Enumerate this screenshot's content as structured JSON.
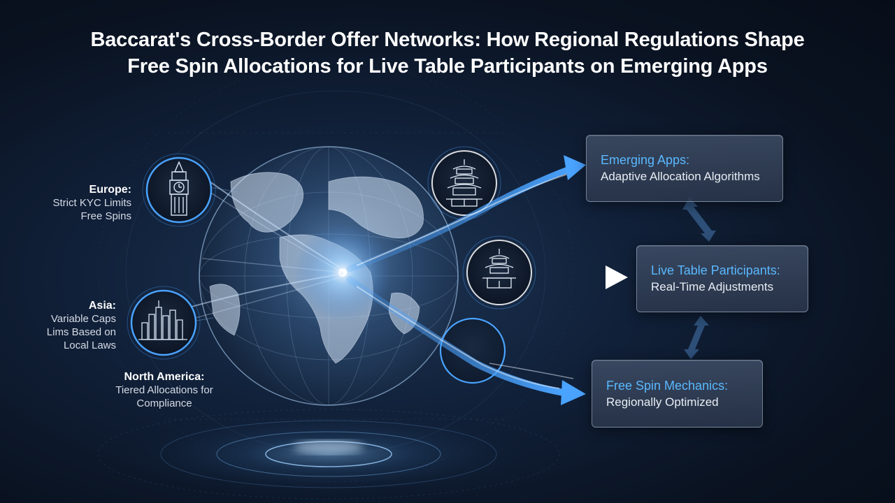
{
  "title": {
    "line1": "Baccarat's Cross-Border Offer Networks: How Regional Regulations Shape",
    "line2": "Free Spin Allocations for Live Table Participants on Emerging Apps"
  },
  "regions": [
    {
      "id": "europe",
      "name": "Europe:",
      "description": "Strict KYC Limits\nFree Spins",
      "icon": "big-ben-icon"
    },
    {
      "id": "asia",
      "name": "Asia:",
      "description": "Variable Caps\nLims Based on\nLocal Laws",
      "icon": "skyline-icon"
    },
    {
      "id": "north-america",
      "name": "North America:",
      "description": "Tiered Allocations for\nCompliance",
      "icon": "none"
    }
  ],
  "outcomes": [
    {
      "id": "emerging-apps",
      "title": "Emerging Apps:",
      "description": "Adaptive Allocation Algorithms",
      "icon": "pagoda-icon"
    },
    {
      "id": "live-table",
      "title": "Live Table Participants:",
      "description": "Real-Time Adjustments",
      "icon": "pagoda-icon"
    },
    {
      "id": "free-spin",
      "title": "Free Spin Mechanics:",
      "description": "Regionally Optimized",
      "icon": "empty-ring"
    }
  ],
  "colors": {
    "background": "#0b1220",
    "accent_blue": "#5ab8ff",
    "arrow_blue": "#4aa3ff",
    "text_white": "#ffffff"
  }
}
